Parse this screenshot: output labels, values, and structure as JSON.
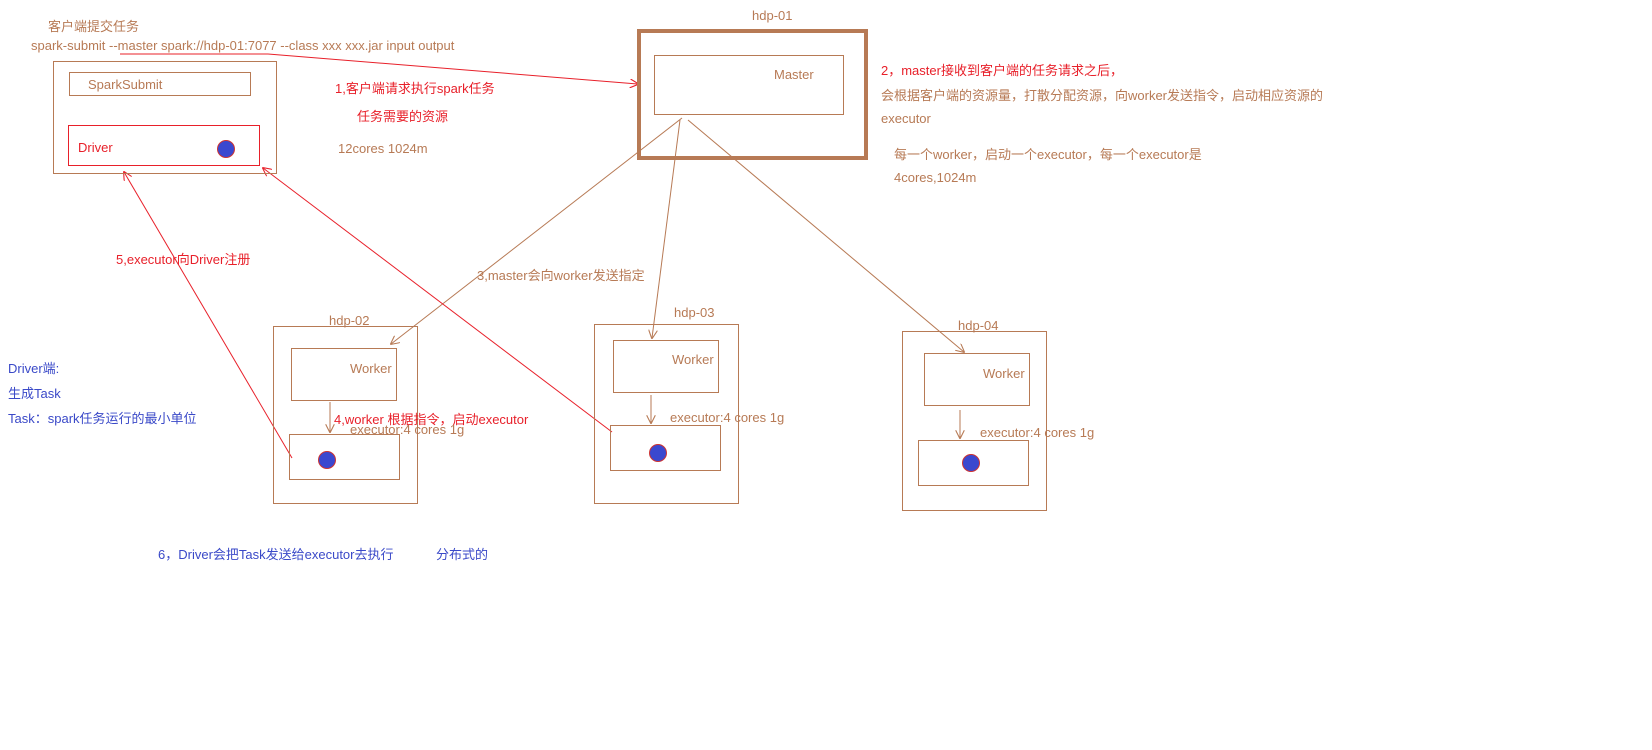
{
  "client": {
    "title": "客户端提交任务",
    "command": "spark-submit --master spark://hdp-01:7077 --class xxx  xxx.jar  input output",
    "sparksubmit_label": "SparkSubmit",
    "driver_label": "Driver"
  },
  "steps": {
    "step1_line1": "1,客户端请求执行spark任务",
    "step1_line2": "任务需要的资源",
    "resources": "12cores 1024m",
    "step2_line1": "2，master接收到客户端的任务请求之后，",
    "step2_line2": "会根据客户端的资源量，打散分配资源，向worker发送指令，启动相应资源的",
    "step2_line3": "executor",
    "note_line1": "每一个worker，启动一个executor，每一个executor是",
    "note_line2": "4cores,1024m",
    "step3": "3,master会向worker发送指定",
    "step4": "4,worker 根据指令，启动executor",
    "step5": "5,executor向Driver注册",
    "step6": "6，Driver会把Task发送给executor去执行",
    "distributed": "分布式的"
  },
  "master_node": {
    "host": "hdp-01",
    "label": "Master"
  },
  "workers": [
    {
      "host": "hdp-02",
      "label": "Worker",
      "executor": "executor:4 cores 1g"
    },
    {
      "host": "hdp-03",
      "label": "Worker",
      "executor": "executor:4 cores 1g"
    },
    {
      "host": "hdp-04",
      "label": "Worker",
      "executor": "executor:4 cores 1g"
    }
  ],
  "driver_notes": {
    "line1": "Driver端:",
    "line2": "生成Task",
    "line3": "Task：spark任务运行的最小单位"
  },
  "colors": {
    "brown": "#b77a55",
    "red": "#e8202a",
    "blue": "#3a49c8",
    "dot": "#3a48cf"
  }
}
